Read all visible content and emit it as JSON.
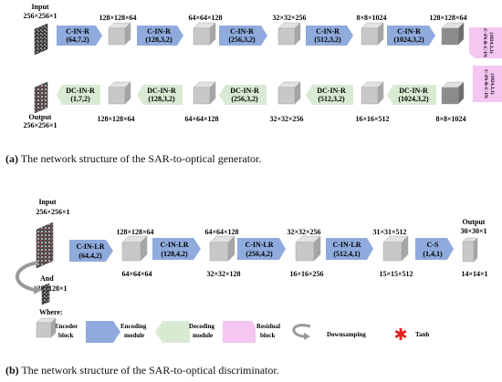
{
  "generator": {
    "input_label": "Input",
    "input_dims": "256×256×1",
    "top_dims": [
      "128×128×64",
      "64×64×128",
      "32×32×256",
      "8×8×1024",
      "128×128×64"
    ],
    "encoder_modules": [
      {
        "name": "C-IN-R",
        "params": "(64,7,2)"
      },
      {
        "name": "C-IN-R",
        "params": "(128,3,2)"
      },
      {
        "name": "C-IN-R",
        "params": "(256,3,2)"
      },
      {
        "name": "C-IN-R",
        "params": "(512,3,2)"
      },
      {
        "name": "C-IN-R",
        "params": "(1024,3,2)"
      }
    ],
    "residual_label_1": "C-IN-R-C-IN",
    "residual_params_1": "(1024,3,1)",
    "residual_label_2": "C-IN-R-C-IN",
    "residual_params_2": "(1024,3,1)",
    "decoder_modules": [
      {
        "name": "DC-IN-R",
        "params": "(1,7,2)"
      },
      {
        "name": "DC-IN-R",
        "params": "(128,3,2)"
      },
      {
        "name": "DC-IN-R",
        "params": "(256,3,2)"
      },
      {
        "name": "DC-IN-R",
        "params": "(512,3,2)"
      },
      {
        "name": "DC-IN-R",
        "params": "(1024,3,2)"
      }
    ],
    "output_label": "Output",
    "output_dims": "256×256×1",
    "bottom_dims": [
      "128×128×64",
      "64×64×128",
      "32×32×256",
      "16×16×512",
      "8×8×1024"
    ]
  },
  "caption_a": {
    "tag": "(a)",
    "text": " The network structure of the SAR-to-optical generator."
  },
  "discriminator": {
    "input_label": "Input",
    "input_dims": "256×256×1",
    "and_label": "And",
    "small_dims": "128×128×1",
    "modules": [
      {
        "name": "C-IN-LR",
        "params": "(64,4,2)"
      },
      {
        "name": "C-IN-LR",
        "params": "(128,4,2)"
      },
      {
        "name": "C-IN-LR",
        "params": "(256,4,2)"
      },
      {
        "name": "C-IN-LR",
        "params": "(512,4,1)"
      },
      {
        "name": "C-S",
        "params": "(1,4,1)"
      }
    ],
    "top_dims": [
      "128×128×64",
      "64×64×128",
      "32×32×256",
      "31×31×512"
    ],
    "bottom_dims": [
      "64×64×64",
      "32×32×128",
      "16×16×256",
      "15×15×512",
      "14×14×1"
    ],
    "output_label": "Output",
    "output_dims": "30×30×1"
  },
  "legend": {
    "where_label": "Where:",
    "encoder_block": [
      "Encoder",
      "block"
    ],
    "encoding_module": [
      "Encoding",
      "module"
    ],
    "decoding_module": [
      "Decoding",
      "module"
    ],
    "residual_block": [
      "Residual",
      "block"
    ],
    "downsampling": "Downsamping",
    "tanh": "Tanh"
  },
  "caption_b": {
    "tag": "(b)",
    "text": " The network structure of the SAR-to-optical discriminator."
  },
  "colors": {
    "encoding": "#8faadc",
    "decoding": "#d9ead3",
    "residual": "#f4c6f0",
    "cube_front": "#c8c8c8",
    "cube_top": "#e2e2e2",
    "cube_side": "#a6a6a6",
    "cube_dark_front": "#8c8c8c",
    "tanh_star": "#e02020"
  }
}
